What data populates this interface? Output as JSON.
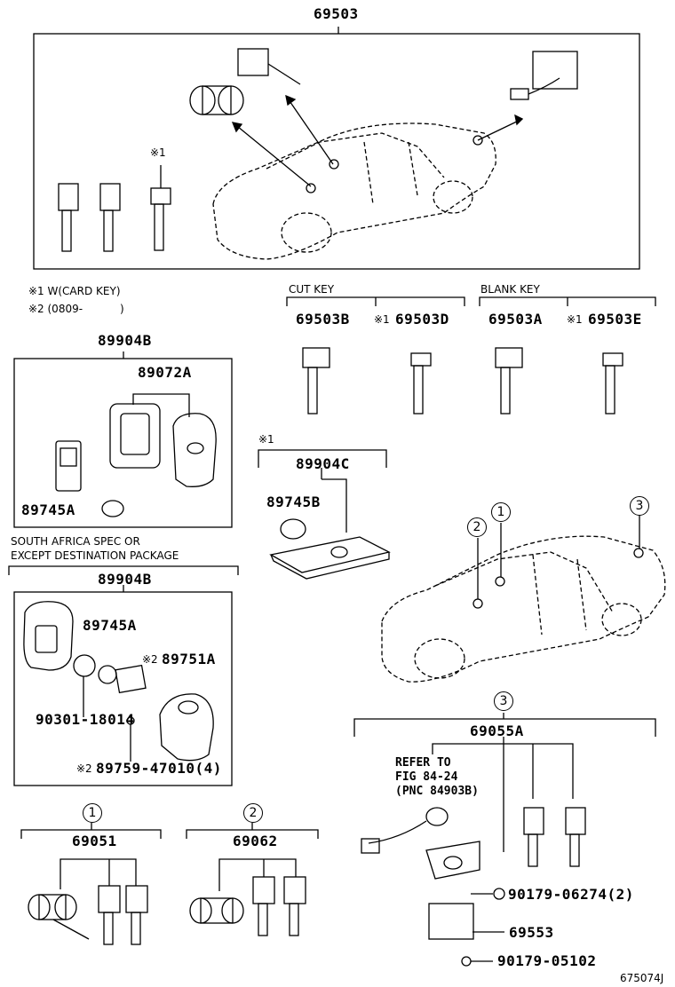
{
  "labels": {
    "assy_top": "69503",
    "note1_mark": "※1",
    "note1_text": "※1 W(CARD KEY)",
    "note2_text": "※2 (0809-",
    "note2_close": ")",
    "cut_key": "CUT KEY",
    "blank_key": "BLANK KEY",
    "cut_key_b": "69503B",
    "cut_key_d": "69503D",
    "blank_key_a": "69503A",
    "blank_key_e": "69503E",
    "mark_1": "※1",
    "transmitter_assy_1": "89904B",
    "case_89072a": "89072A",
    "battery_89745a_1": "89745A",
    "card_key_mark": "※1",
    "card_key_assy": "89904C",
    "battery_89745b": "89745B",
    "spec_note_line1": "SOUTH AFRICA SPEC OR",
    "spec_note_line2": "EXCEPT DESTINATION PACKAGE",
    "transmitter_assy_2": "89904B",
    "battery_89745a_2": "89745A",
    "mark_2": "※2",
    "cover_89751a": "89751A",
    "oring_90301": "90301-18014",
    "screw_89759": "89759-47010(4)",
    "circle_1": "1",
    "circle_2": "2",
    "circle_3": "3",
    "cyl_69051": "69051",
    "cyl_69062": "69062",
    "cyl_69055a": "69055A",
    "refer_line1": "REFER TO",
    "refer_line2": "FIG 84-24",
    "refer_line3": "(PNC 84903B)",
    "screw_90179_06274": "90179-06274(2)",
    "bracket_69553": "69553",
    "screw_90179_05102": "90179-05102",
    "fig_code": "675074J"
  }
}
